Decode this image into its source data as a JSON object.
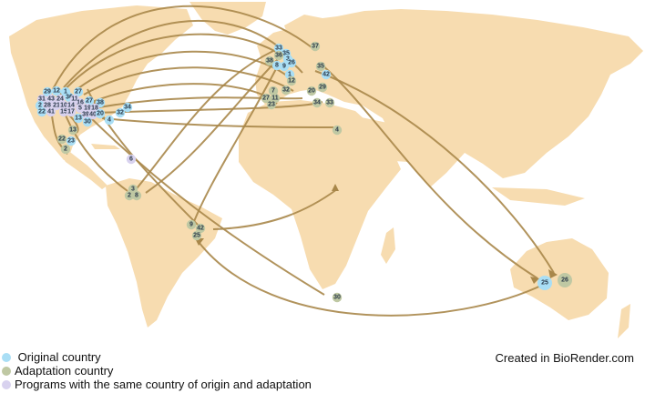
{
  "colors": {
    "land": "#f7dcb0",
    "route": "#a8874a",
    "original": "#a9def5",
    "adaptation": "#bfc8a3",
    "same": "#d8d2ef"
  },
  "legend": [
    {
      "key": "original",
      "label": " Original country"
    },
    {
      "key": "adaptation",
      "label": "Adaptation country"
    },
    {
      "key": "same",
      "label": "Programs with the same country of origin and adaptation"
    }
  ],
  "credit": "Created in BioRender.com",
  "markers": [
    {
      "n": "29",
      "t": "o"
    },
    {
      "n": "12",
      "t": "o"
    },
    {
      "n": "1",
      "t": "o"
    },
    {
      "n": "27",
      "t": "o"
    },
    {
      "n": "31",
      "t": "s"
    },
    {
      "n": "43",
      "t": "s"
    },
    {
      "n": "24",
      "t": "s"
    },
    {
      "n": "36",
      "t": "o"
    },
    {
      "n": "11",
      "t": "s"
    },
    {
      "n": "2",
      "t": "o"
    },
    {
      "n": "28",
      "t": "s"
    },
    {
      "n": "21",
      "t": "s"
    },
    {
      "n": "10",
      "t": "s"
    },
    {
      "n": "14",
      "t": "s"
    },
    {
      "n": "16",
      "t": "s"
    },
    {
      "n": "27",
      "t": "o"
    },
    {
      "n": "38",
      "t": "o"
    },
    {
      "n": "22",
      "t": "o"
    },
    {
      "n": "41",
      "t": "s"
    },
    {
      "n": "15",
      "t": "s"
    },
    {
      "n": "17",
      "t": "s"
    },
    {
      "n": "5",
      "t": "s"
    },
    {
      "n": "19",
      "t": "s"
    },
    {
      "n": "18",
      "t": "s"
    },
    {
      "n": "39",
      "t": "s"
    },
    {
      "n": "40",
      "t": "s"
    },
    {
      "n": "20",
      "t": "o"
    },
    {
      "n": "34",
      "t": "o"
    },
    {
      "n": "32",
      "t": "o"
    },
    {
      "n": "13",
      "t": "o"
    },
    {
      "n": "30",
      "t": "o"
    },
    {
      "n": "4",
      "t": "o"
    },
    {
      "n": "13",
      "t": "a"
    },
    {
      "n": "22",
      "t": "a"
    },
    {
      "n": "23",
      "t": "o"
    },
    {
      "n": "2",
      "t": "a"
    },
    {
      "n": "6",
      "t": "s"
    },
    {
      "n": "3",
      "t": "a"
    },
    {
      "n": "2",
      "t": "a"
    },
    {
      "n": "8",
      "t": "a"
    },
    {
      "n": "9",
      "t": "a"
    },
    {
      "n": "42",
      "t": "a"
    },
    {
      "n": "25",
      "t": "a"
    },
    {
      "n": "30",
      "t": "a"
    },
    {
      "n": "33",
      "t": "o"
    },
    {
      "n": "35",
      "t": "o"
    },
    {
      "n": "36",
      "t": "a"
    },
    {
      "n": "3",
      "t": "o"
    },
    {
      "n": "38",
      "t": "a"
    },
    {
      "n": "26",
      "t": "o"
    },
    {
      "n": "8",
      "t": "o"
    },
    {
      "n": "9",
      "t": "o"
    },
    {
      "n": "37",
      "t": "a"
    },
    {
      "n": "1",
      "t": "o"
    },
    {
      "n": "12",
      "t": "a"
    },
    {
      "n": "35",
      "t": "a"
    },
    {
      "n": "42",
      "t": "o"
    },
    {
      "n": "7",
      "t": "a"
    },
    {
      "n": "32",
      "t": "a"
    },
    {
      "n": "27",
      "t": "a"
    },
    {
      "n": "11",
      "t": "a"
    },
    {
      "n": "20",
      "t": "a"
    },
    {
      "n": "29",
      "t": "a"
    },
    {
      "n": "23",
      "t": "a"
    },
    {
      "n": "34",
      "t": "a"
    },
    {
      "n": "33",
      "t": "a"
    },
    {
      "n": "4",
      "t": "a"
    },
    {
      "n": "25",
      "t": "o"
    },
    {
      "n": "26",
      "t": "a"
    }
  ]
}
